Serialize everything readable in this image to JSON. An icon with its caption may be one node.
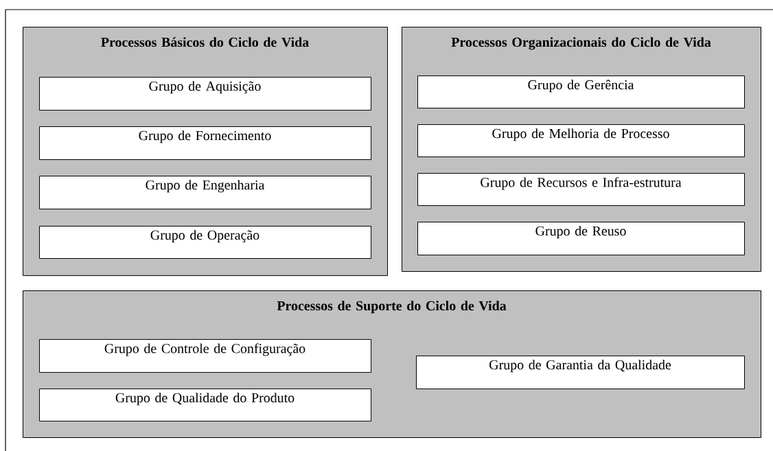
{
  "diagram": {
    "nodes": [
      {
        "text": [
          "Processos Básicos do Ciclo de Vida"
        ]
      },
      {
        "text": [
          "Grupo de Aquisição"
        ],
        "in": 0
      },
      {
        "text": [
          "Grupo de Fornecimento"
        ],
        "in": 0
      },
      {
        "text": [
          "Grupo de Engenharia"
        ],
        "in": 0
      },
      {
        "text": [
          "Grupo de Operação"
        ],
        "in": 0
      },
      {
        "text": [
          "Processos Organizacionais do Ciclo de Vida"
        ]
      },
      {
        "text": [
          "Grupo de Gerência"
        ],
        "in": 5
      },
      {
        "text": [
          "Grupo de Melhoria de Processo"
        ],
        "in": 5
      },
      {
        "text": [
          "Grupo de Recursos e Infra-estrutura"
        ],
        "in": 5
      },
      {
        "text": [
          "Grupo de Reuso"
        ],
        "in": 5
      },
      {
        "text": [
          "Processos de Suporte do Ciclo de Vida"
        ]
      },
      {
        "text": [
          "Grupo de Controle de Configuração"
        ],
        "in": 10
      },
      {
        "text": [
          "Grupo de Garantia da Qualidade"
        ],
        "in": 10
      },
      {
        "text": [
          "Grupo de Qualidade do Produto"
        ],
        "in": 10
      }
    ]
  }
}
